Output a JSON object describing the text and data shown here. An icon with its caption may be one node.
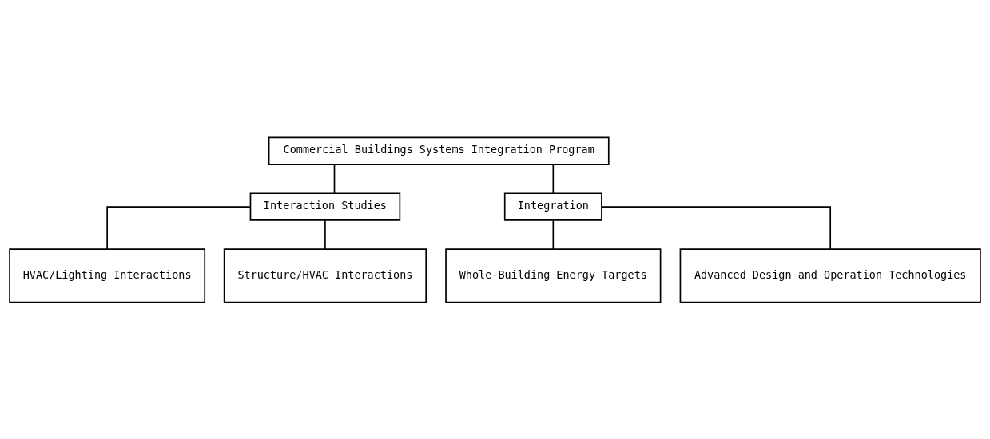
{
  "diagram": {
    "nodes": [
      {
        "text": [
          "Commercial Buildings Systems Integration Program"
        ]
      },
      {
        "text": [
          "Interaction Studies"
        ]
      },
      {
        "text": [
          "Integration"
        ]
      },
      {
        "text": [
          "HVAC/Lighting Interactions"
        ]
      },
      {
        "text": [
          "Structure/HVAC Interactions"
        ]
      },
      {
        "text": [
          "Whole-Building Energy Targets"
        ]
      },
      {
        "text": [
          "Advanced Design and Operation Technologies"
        ]
      }
    ],
    "edges": [
      {
        "from": 0,
        "to": 1,
        "arrow": "none"
      },
      {
        "from": 0,
        "to": 2,
        "arrow": "none"
      },
      {
        "from": 1,
        "to": 3,
        "arrow": "none"
      },
      {
        "from": 1,
        "to": 4,
        "arrow": "none"
      },
      {
        "from": 2,
        "to": 5,
        "arrow": "none"
      },
      {
        "from": 2,
        "to": 6,
        "arrow": "none"
      }
    ]
  }
}
